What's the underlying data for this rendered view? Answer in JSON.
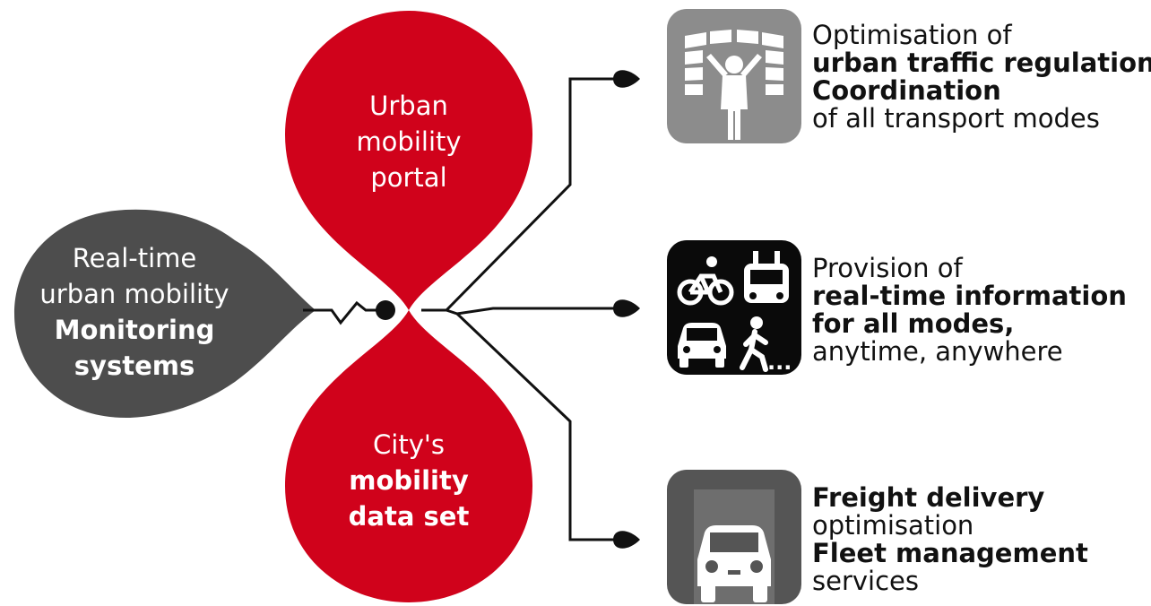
{
  "colors": {
    "red": "#d0021b",
    "dark_gray": "#4d4d4d",
    "icon_gray": "#8c8c8c",
    "icon_black": "#0a0a0a",
    "icon_dark": "#555555",
    "line": "#111111"
  },
  "nodes": {
    "monitoring": {
      "lines": [
        {
          "text": "Real-time",
          "bold": false
        },
        {
          "text": "urban mobility",
          "bold": false
        },
        {
          "text": "Monitoring",
          "bold": true
        },
        {
          "text": "systems",
          "bold": true
        }
      ]
    },
    "portal": {
      "lines": [
        {
          "text": "Urban",
          "bold": false
        },
        {
          "text": "mobility",
          "bold": false
        },
        {
          "text": "portal",
          "bold": false
        }
      ]
    },
    "dataset": {
      "lines": [
        {
          "text": "City's",
          "bold": false
        },
        {
          "text": "mobility",
          "bold": true
        },
        {
          "text": "data set",
          "bold": true
        }
      ]
    }
  },
  "outputs": [
    {
      "icon": "traffic-control-icon",
      "lines": [
        {
          "text": "Optimisation of",
          "bold": false
        },
        {
          "text": "urban traffic regulation",
          "bold": true
        },
        {
          "text": "Coordination",
          "bold": true
        },
        {
          "text": "of all transport modes",
          "bold": false
        }
      ]
    },
    {
      "icon": "multimodal-transport-icon",
      "ellipsis": "...",
      "lines": [
        {
          "text": "Provision of",
          "bold": false
        },
        {
          "text": "real-time information",
          "bold": true
        },
        {
          "text": "for all modes,",
          "bold": true
        },
        {
          "text": "anytime, anywhere",
          "bold": false
        }
      ]
    },
    {
      "icon": "delivery-van-icon",
      "lines": [
        {
          "text": "Freight delivery",
          "bold": true
        },
        {
          "text": "optimisation",
          "bold": false
        },
        {
          "text": "Fleet management",
          "bold": true
        },
        {
          "text": "services",
          "bold": false
        }
      ]
    }
  ]
}
